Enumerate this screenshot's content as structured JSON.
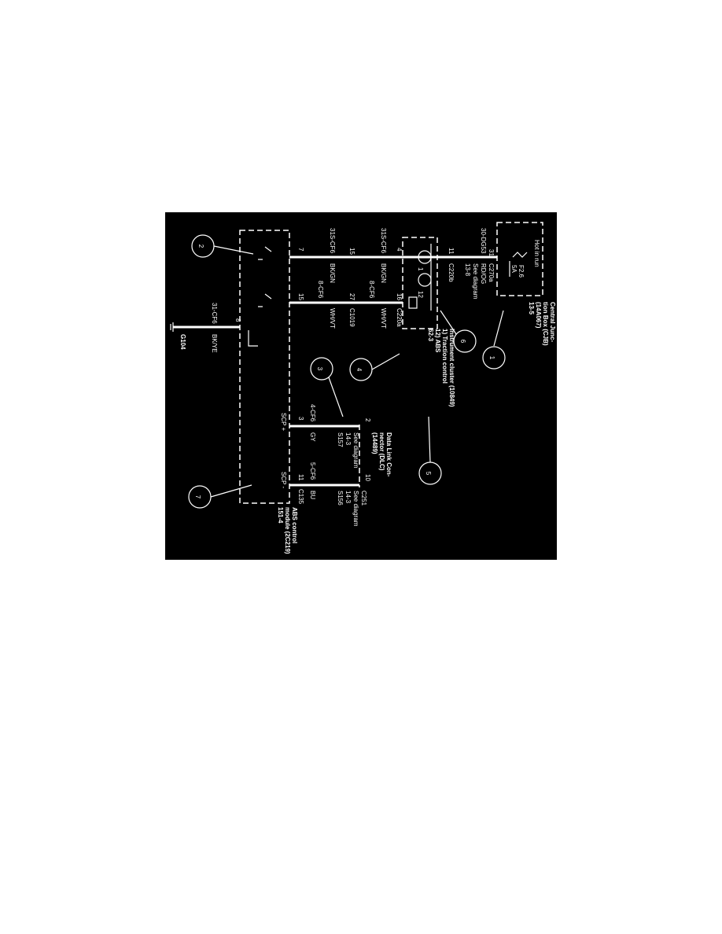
{
  "colors": {
    "background": "#000000",
    "ink": "#ffffff",
    "page": "#ffffff"
  },
  "cjb": {
    "title_1": "Central Junc-",
    "title_2": "tion Box (CJB)",
    "title_3": "(14A067)",
    "ref": "13-5",
    "hot": "Hot in run",
    "fuse": "F2.6",
    "fuse_rating": "5A",
    "pin": "31",
    "connector": "C270a"
  },
  "wire_top": {
    "circuit": "30-DG53",
    "color": "RD/OG",
    "see": "See diagram",
    "see_ref": "13-8"
  },
  "cluster": {
    "title": "Instrument cluster (10849)",
    "line1": "1)   Traction control",
    "line2": "12)  ABS",
    "ref": "62-3",
    "pin_top": "11",
    "connector_top": "C220b",
    "pin_a": "1",
    "pin_b": "12",
    "pin_4": "4",
    "pin_16": "16",
    "connector_bottom": "C220a"
  },
  "wires": {
    "w1_circuit": "31S-CF6",
    "w1_color": "BK/GN",
    "w1_pin_left": "15",
    "w2_circuit": "8-CF6",
    "w2_color": "WH/VT",
    "w2_pin": "27",
    "inline_connector": "C1019",
    "w3_circuit": "31S-CF6",
    "w3_color": "BK/GN",
    "w3_pin": "7",
    "w4_circuit": "8-CF6",
    "w4_color": "WH/VT",
    "w4_pin": "15"
  },
  "ground": {
    "pin": "8",
    "circuit": "31-CF6",
    "color": "BK/YE",
    "ground_id": "G104"
  },
  "dlc": {
    "title_1": "Data Link Con-",
    "title_2": "nector (DLC)",
    "title_3": "(14489)",
    "pin_2": "2",
    "pin_10": "10",
    "see_1": "See diagram",
    "ref_1": "14-3",
    "splice_1": "S157",
    "connector": "C251",
    "see_2": "See diagram",
    "ref_2": "14-3",
    "splice_2": "S156",
    "w_a_circuit": "4-CF6",
    "w_a_color": "GY",
    "w_b_circuit": "5-CF6",
    "w_b_color": "BU"
  },
  "abs": {
    "pin_3": "3",
    "pin_11": "11",
    "scp_plus": "SCP +",
    "scp_minus": "SCP -",
    "connector": "C135",
    "title_1": "ABS control",
    "title_2": "module (2C219)",
    "ref": "151-4"
  },
  "callouts": [
    "1",
    "2",
    "3",
    "4",
    "5",
    "6",
    "7"
  ]
}
